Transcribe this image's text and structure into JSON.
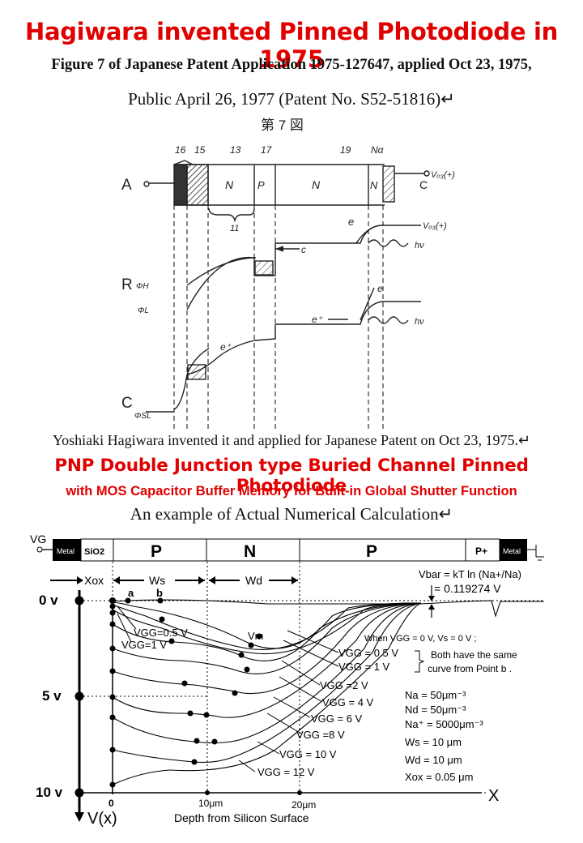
{
  "header": {
    "title": "Hagiwara invented Pinned Photodiode in 1975",
    "caption_line1": "Figure 7 of Japanese Patent Application 1975-127647, applied Oct 23, 1975,",
    "caption_line2": "Public April 26, 1977 (Patent No. S52-51816)↵"
  },
  "patent_figure": {
    "figure_title": "第 7 図",
    "top_labels": [
      "16",
      "15",
      "13",
      "17",
      "19",
      "Nα"
    ],
    "region_labels": [
      "N",
      "P",
      "N",
      "N"
    ],
    "row_label_A": "A",
    "row_label_R": "R",
    "row_label_C": "C",
    "left_small_labels": [
      "ΦH",
      "ΦL",
      "ΦSL"
    ],
    "terminal_right": "Vₒ₃(+)",
    "terminal_c": "C",
    "label_11": "11",
    "label_c": "c",
    "label_e_top": "e",
    "label_vs": "Vₒ₃(+)",
    "label_hv1": "hν",
    "label_hv2": "hν",
    "label_eplus_top": "e⁺",
    "label_eplus_mid": "e⁺",
    "label_e_right": "e"
  },
  "inventor_text": "Yoshiaki Hagiwara invented it and applied for Japanese Patent on Oct 23, 1975.↵",
  "subtitle_line1": "PNP Double Junction type Buried Channel Pinned Photodiode",
  "subtitle_line2": "with MOS Capacitor  Buffer Memory for Built-in  Global Shutter Function",
  "example_text": "An example of Actual Numerical Calculation↵",
  "band_diagram": {
    "vg_label": "VG",
    "layers": [
      "Metal",
      "SiO2",
      "P",
      "N",
      "P",
      "P+",
      "Metal"
    ],
    "dim_labels": [
      "Xox",
      "Ws",
      "Wd"
    ],
    "y_ticks": [
      "0 v",
      "5 v",
      "10 v"
    ],
    "y_axis_label": "V(x)",
    "x_axis_label": "X",
    "x_ticks": [
      "0",
      "10μm",
      "20μm"
    ],
    "x_title": "Depth from Silicon Surface",
    "point_a": "a",
    "point_b": "b",
    "vm_label": "Vm",
    "vbar_eq": "Vbar = kT ln (Na+/Na)",
    "vbar_val": "= 0.119274 V",
    "when_text": "When  VGG = 0 V, Vs = 0 V ;",
    "same_curve_1": "Both have the same",
    "same_curve_2": "curve from Point b .",
    "curve_labels_left": [
      "VGG=0.5 V",
      "VGG=1 V"
    ],
    "curve_labels_right": [
      "VGG  = 0.5 V",
      "VGG  = 1 V",
      "VGG  =2 V",
      "VGG  = 4 V",
      "VGG  = 6 V",
      "VGG  =8 V",
      "VGG  = 10 V",
      "VGG  = 12 V"
    ],
    "params": [
      "Na = 50μm⁻³",
      "Nd = 50μm⁻³",
      "Na⁺ = 5000μm⁻³",
      "Ws = 10 μm",
      "Wd = 10 μm",
      "Xox = 0.05 μm"
    ]
  }
}
